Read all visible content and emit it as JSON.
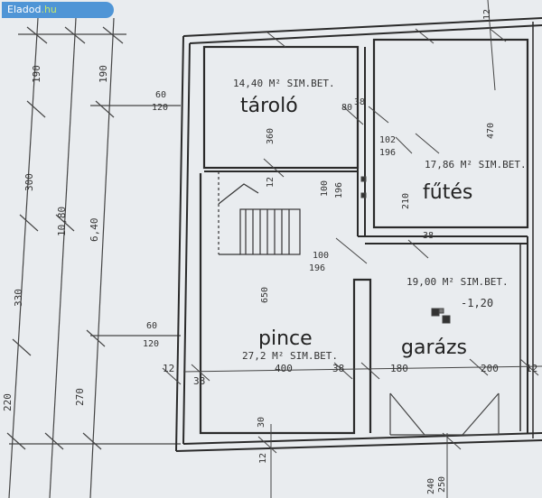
{
  "watermark": {
    "brand": "Eladod",
    "tld": ".hu"
  },
  "rooms": [
    {
      "id": "tarolo",
      "name": "tároló",
      "area": "14,40 M² SIM.BET."
    },
    {
      "id": "futes",
      "name": "fűtés",
      "area": "17,86 M² SIM.BET."
    },
    {
      "id": "garazs",
      "name": "garázs",
      "area": "19,00 M² SIM.BET.",
      "level": "-1,20"
    },
    {
      "id": "pince",
      "name": "pince",
      "area": "27,2 M² SIM.BET."
    }
  ],
  "dimensions_left": [
    "190",
    "190",
    "300",
    "10,80",
    "6,40",
    "330",
    "220",
    "270"
  ],
  "dimensions_bottom": [
    "12",
    "38",
    "400",
    "38",
    "180",
    "200",
    "12"
  ],
  "dimensions_interior": [
    "60",
    "120",
    "38",
    "80",
    "100",
    "196",
    "360",
    "102",
    "196",
    "12",
    "210",
    "470",
    "100",
    "196",
    "650",
    "60",
    "120",
    "38",
    "30",
    "250",
    "240",
    "12",
    "12"
  ],
  "colors": {
    "brand_bg": "#4f95d6",
    "tld": "#c5e86c",
    "paper": "#e9ecef",
    "ink": "#2a2a2a"
  }
}
